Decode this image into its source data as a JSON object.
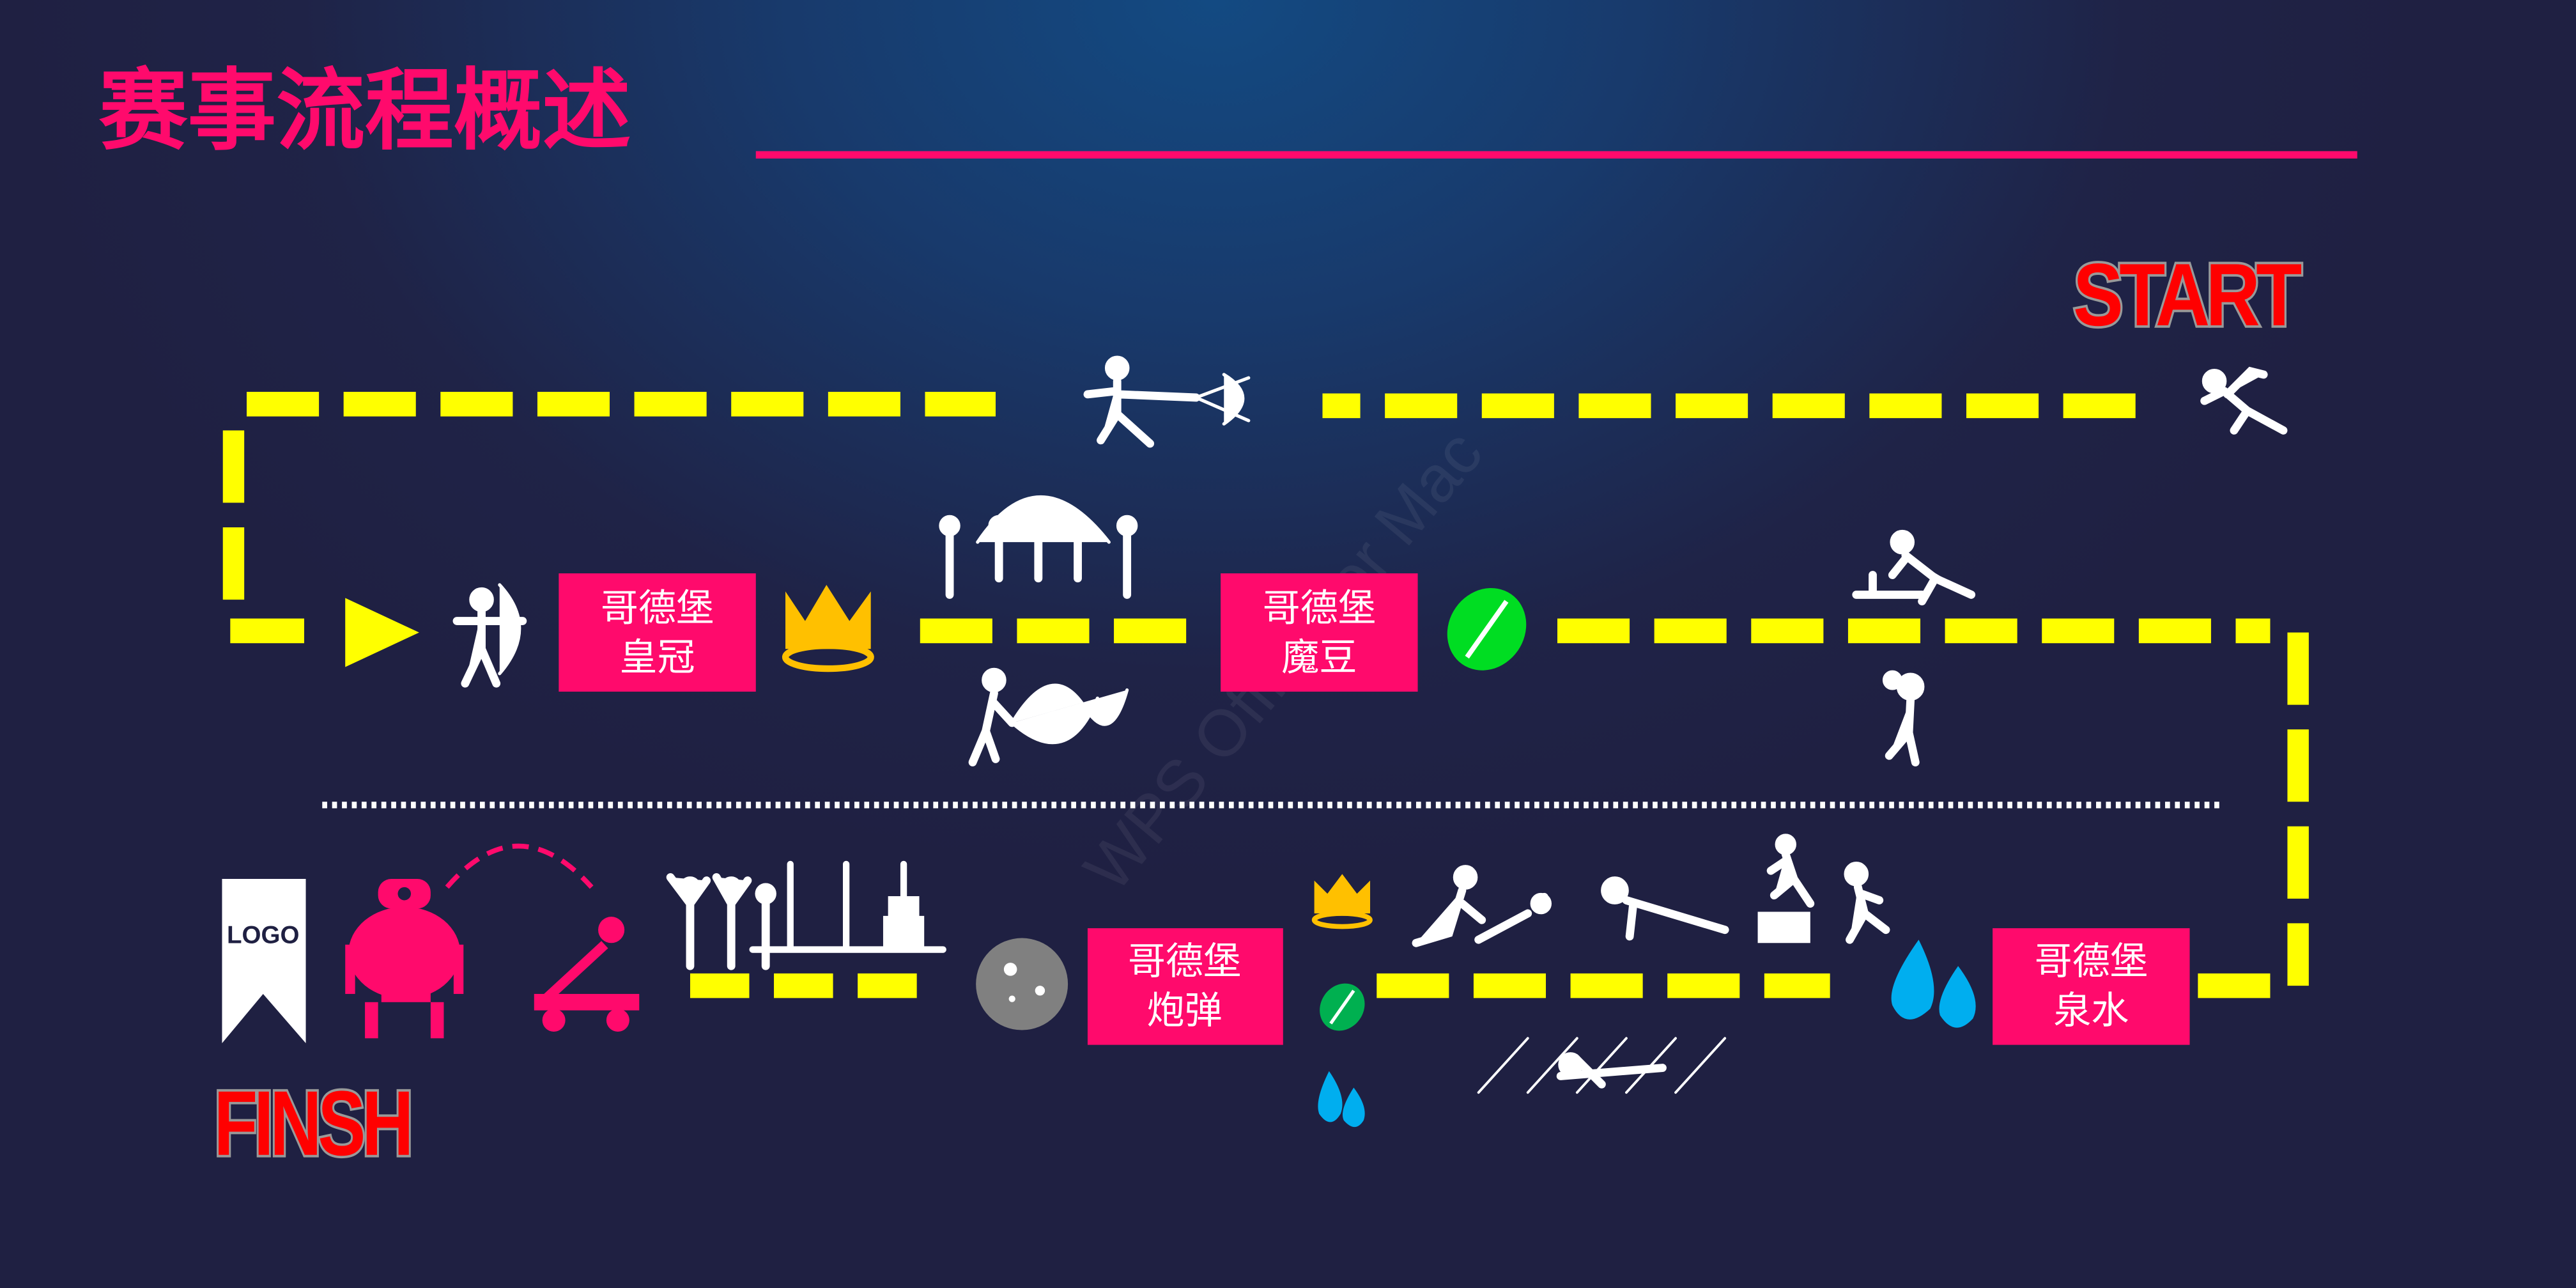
{
  "title": "赛事流程概述",
  "start_label": "START",
  "finish_label": "FINSH",
  "logo_label": "LOGO",
  "watermark": "WPS Office for Mac",
  "stations": [
    {
      "line1": "哥德堡",
      "line2": "皇冠"
    },
    {
      "line1": "哥德堡",
      "line2": "魔豆"
    },
    {
      "line1": "哥德堡",
      "line2": "炮弹"
    },
    {
      "line1": "哥德堡",
      "line2": "泉水"
    }
  ],
  "colors": {
    "accent": "#ff0a6c",
    "path": "#ffff00",
    "crown": "#ffc000",
    "bean": "#00dd22",
    "water": "#00aeef",
    "cannonball": "#808080"
  }
}
